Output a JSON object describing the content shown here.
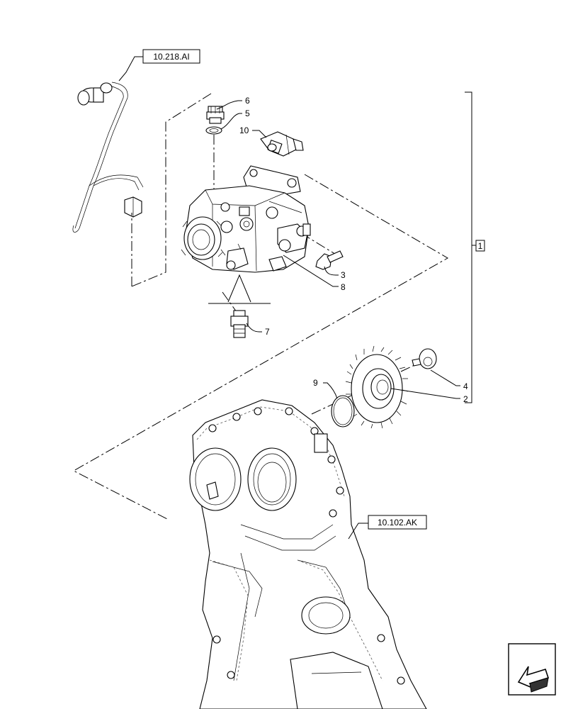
{
  "references": {
    "ref_fuel_line": "10.218.AI",
    "ref_timing_cover": "10.102.AK",
    "assembly_bracket": "1"
  },
  "callouts": [
    {
      "id": "c6",
      "text": "6"
    },
    {
      "id": "c5",
      "text": "5"
    },
    {
      "id": "c10",
      "text": "10"
    },
    {
      "id": "c3",
      "text": "3"
    },
    {
      "id": "c8",
      "text": "8"
    },
    {
      "id": "c7",
      "text": "7"
    },
    {
      "id": "c9",
      "text": "9"
    },
    {
      "id": "c4",
      "text": "4"
    },
    {
      "id": "c2",
      "text": "2"
    }
  ],
  "icons": {
    "navigation": "arrow-icon"
  }
}
